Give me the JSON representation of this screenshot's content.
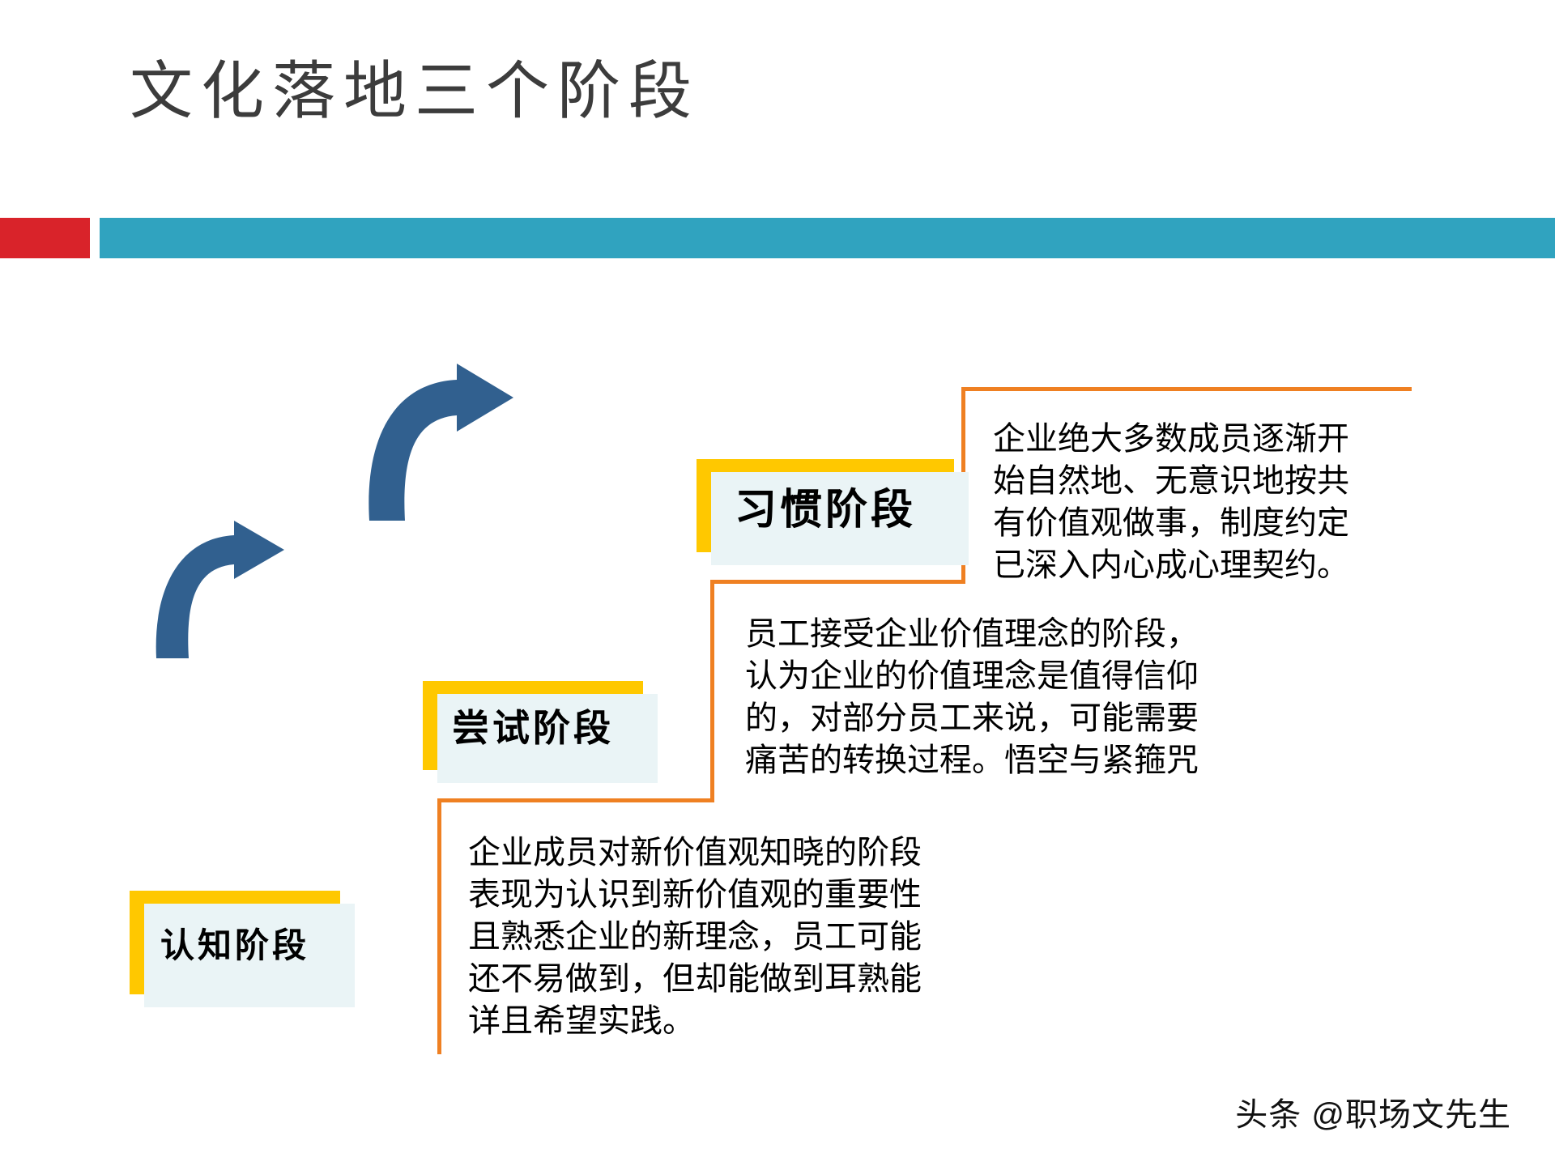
{
  "slide": {
    "title": "文化落地三个阶段",
    "watermark": "头条 @职场文先生"
  },
  "theme": {
    "accent_red": "#d9232a",
    "accent_teal": "#30a3bf",
    "stage_box_yellow": "#ffc800",
    "connector_orange": "#ef8022",
    "arrow_blue": "#31608f",
    "box_shadow_blue": "#eaf4f6",
    "title_gray": "#3c3c3c"
  },
  "stages": [
    {
      "id": "habit",
      "label": "习惯阶段",
      "description": "企业绝大多数成员逐渐开\n始自然地、无意识地按共\n有价值观做事，制度约定\n已深入内心成心理契约。"
    },
    {
      "id": "try",
      "label": "尝试阶段",
      "description": "员工接受企业价值理念的阶段，\n认为企业的价值理念是值得信仰\n的，对部分员工来说，可能需要\n痛苦的转换过程。悟空与紧箍咒"
    },
    {
      "id": "cognition",
      "label": "认知阶段",
      "description": "企业成员对新价值观知晓的阶段\n表现为认识到新价值观的重要性\n且熟悉企业的新理念，员工可能\n还不易做到，但却能做到耳熟能\n详且希望实践。"
    }
  ]
}
